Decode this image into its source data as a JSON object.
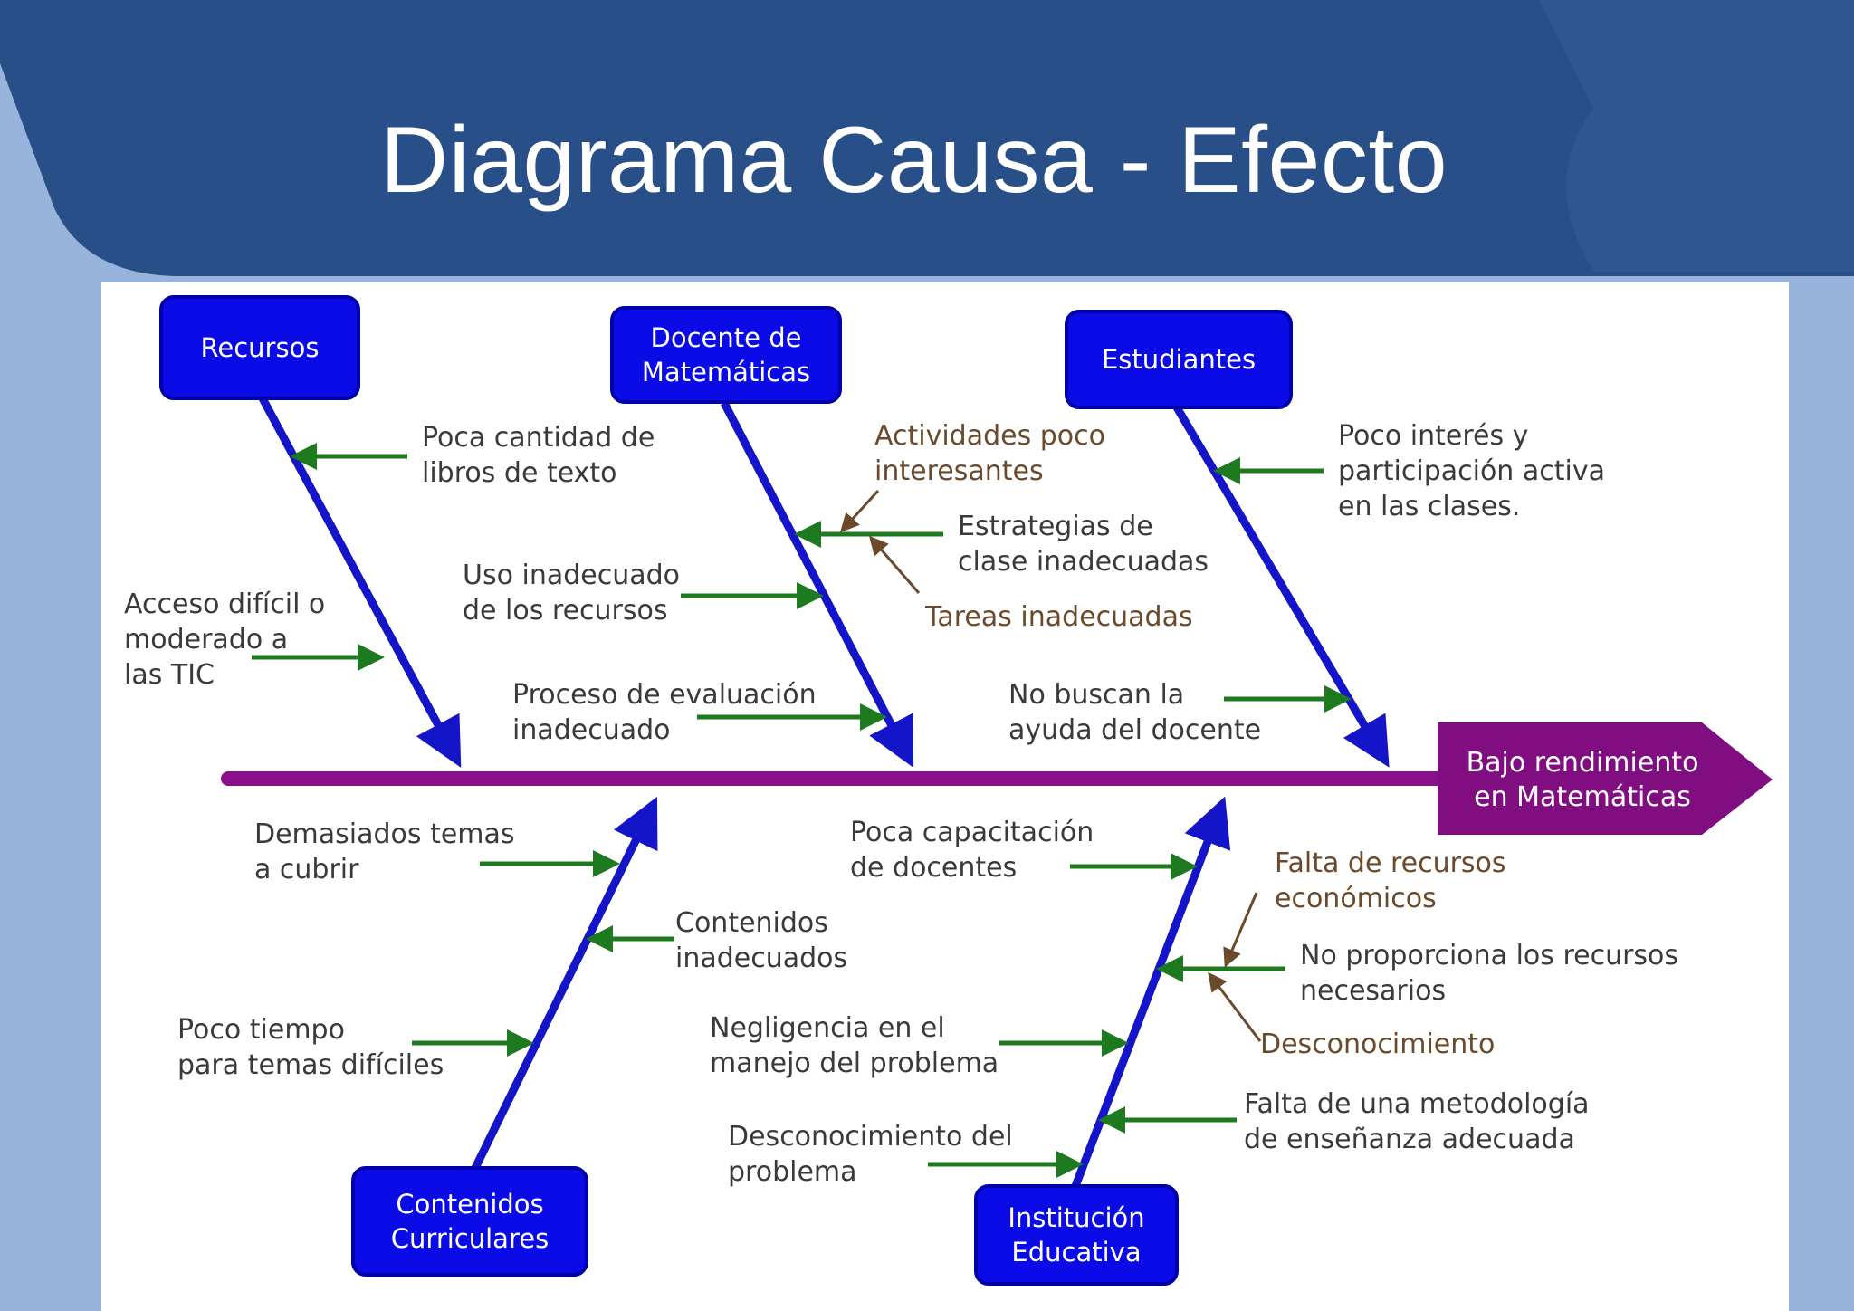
{
  "slide": {
    "title": "Diagrama Causa - Efecto",
    "colors": {
      "header": "#284f87",
      "side": "#98b4dc",
      "spine": "#8a0f8a",
      "bone": "#1414c8",
      "arrow": "#1e7a1e",
      "sub_arrow": "#6a4a2a"
    }
  },
  "diagram": {
    "effect": {
      "line1": "Bajo rendimiento",
      "line2": "en Matemáticas"
    },
    "categories": {
      "recursos": {
        "label": "Recursos"
      },
      "docente": {
        "line1": "Docente de",
        "line2": "Matemáticas"
      },
      "estudiantes": {
        "label": "Estudiantes"
      },
      "contenidos": {
        "line1": "Contenidos",
        "line2": "Curriculares"
      },
      "institucion": {
        "line1": "Institución",
        "line2": "Educativa"
      }
    },
    "causes": {
      "recursos": [
        {
          "line1": "Poca cantidad de",
          "line2": "libros de texto"
        },
        {
          "line1": "Acceso difícil o",
          "line2": "moderado a",
          "line3": "las TIC"
        }
      ],
      "docente": [
        {
          "line1": "Actividades poco",
          "line2": "interesantes"
        },
        {
          "line1": "Estrategias de",
          "line2": "clase inadecuadas"
        },
        {
          "line1": "Tareas inadecuadas"
        },
        {
          "line1": "Uso inadecuado",
          "line2": "de los recursos"
        },
        {
          "line1": "Proceso de evaluación",
          "line2": "inadecuado"
        }
      ],
      "estudiantes": [
        {
          "line1": "Poco interés y",
          "line2": "participación activa",
          "line3": "en las clases."
        },
        {
          "line1": "No buscan la",
          "line2": "ayuda del docente"
        }
      ],
      "contenidos": [
        {
          "line1": "Demasiados temas",
          "line2": "a cubrir"
        },
        {
          "line1": "Contenidos",
          "line2": "inadecuados"
        },
        {
          "line1": "Poco tiempo",
          "line2": "para temas difíciles"
        }
      ],
      "institucion": [
        {
          "line1": "Poca capacitación",
          "line2": "de docentes"
        },
        {
          "line1": "Falta de recursos",
          "line2": "económicos"
        },
        {
          "line1": "No proporciona los recursos",
          "line2": "necesarios"
        },
        {
          "line1": "Desconocimiento"
        },
        {
          "line1": "Negligencia en el",
          "line2": "manejo del problema"
        },
        {
          "line1": "Falta de una metodología",
          "line2": "de enseñanza adecuada"
        },
        {
          "line1": "Desconocimiento del",
          "line2": "problema"
        }
      ]
    }
  }
}
